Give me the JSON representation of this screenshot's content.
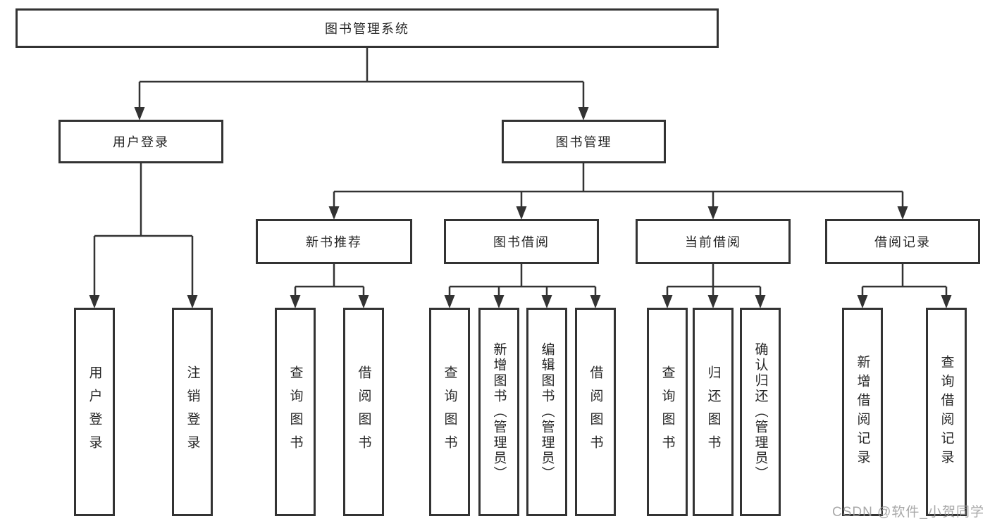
{
  "diagram": {
    "title": "图书管理系统",
    "branches": [
      {
        "label": "用户登录",
        "children": [
          {
            "label": "用户登录"
          },
          {
            "label": "注销登录"
          }
        ]
      },
      {
        "label": "图书管理",
        "children": [
          {
            "label": "新书推荐",
            "children": [
              {
                "label": "查询图书"
              },
              {
                "label": "借阅图书"
              }
            ]
          },
          {
            "label": "图书借阅",
            "children": [
              {
                "label": "查询图书"
              },
              {
                "label": "新增图书（管理员）"
              },
              {
                "label": "编辑图书（管理员）"
              },
              {
                "label": "借阅图书"
              }
            ]
          },
          {
            "label": "当前借阅",
            "children": [
              {
                "label": "查询图书"
              },
              {
                "label": "归还图书"
              },
              {
                "label": "确认归还（管理员）"
              }
            ]
          },
          {
            "label": "借阅记录",
            "children": [
              {
                "label": "新增借阅记录"
              },
              {
                "label": "查询借阅记录"
              }
            ]
          }
        ]
      }
    ]
  },
  "watermark": {
    "text": "CSDN @软件_小贺同学"
  },
  "colors": {
    "line": "#333333",
    "text": "#262626",
    "watermark": "#9a9a9a",
    "background": "#ffffff"
  }
}
